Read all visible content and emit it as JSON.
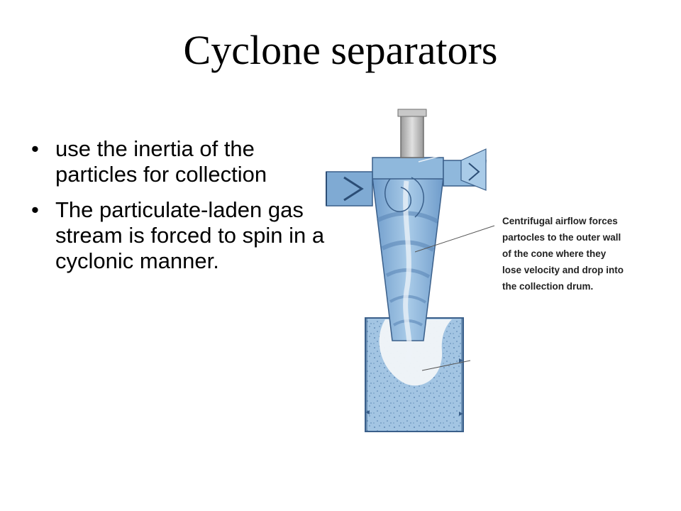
{
  "slide": {
    "title": "Cyclone separators",
    "bullets": [
      "use the inertia of the particles for collection",
      "The particulate-laden gas stream is forced to spin in a cyclonic manner."
    ]
  },
  "diagram": {
    "annotation_lines": [
      "Centrifugal airflow forces",
      "partocles to the outer wall",
      "of the cone where they",
      "lose velocity and drop into",
      "the collection drum."
    ],
    "colors": {
      "body_blue": "#8fb8dc",
      "body_blue_dark": "#5b87b8",
      "outline": "#3a5f8a",
      "outlet_tube": "#bdbdbd",
      "drum_fill": "#9cc0e0"
    }
  }
}
